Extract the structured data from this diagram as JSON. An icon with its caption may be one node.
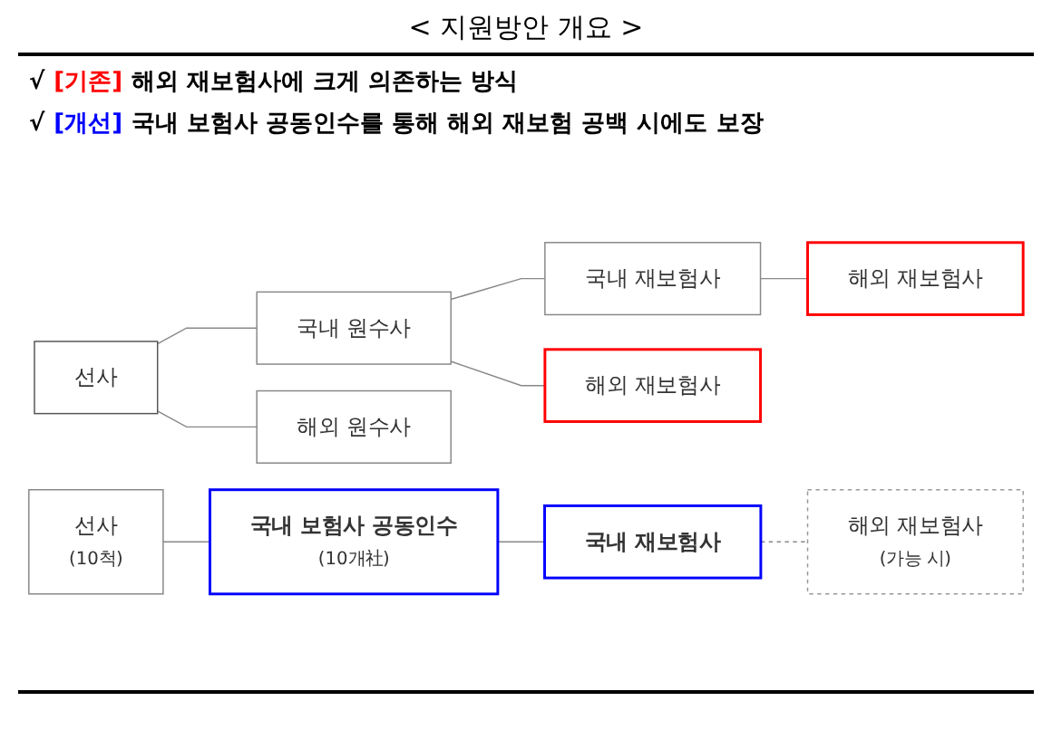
{
  "diagram": {
    "title": "< 지원방안 개요 >",
    "nodes": [
      {
        "text": [
          "선사"
        ]
      },
      {
        "text": [
          "국내 원수사"
        ]
      },
      {
        "text": [
          "국내 재보험사"
        ]
      },
      {
        "text": [
          "해외 재보험사"
        ]
      },
      {
        "text": [
          "해외 원수사"
        ]
      },
      {
        "text": [
          "해외 재보험사"
        ]
      },
      {
        "text": [
          "선사",
          "(10척)"
        ]
      },
      {
        "text": [
          "국내 보험사 공동인수",
          "(10개社)"
        ]
      },
      {
        "text": [
          "국내 재보험사"
        ]
      },
      {
        "text": [
          "해외 재보험사",
          "(가능 시)"
        ]
      }
    ],
    "edges": [
      {
        "from": 0,
        "to": 1,
        "arrow": "none"
      },
      {
        "from": 0,
        "to": 4,
        "arrow": "none"
      },
      {
        "from": 1,
        "to": 2,
        "arrow": "none"
      },
      {
        "from": 1,
        "to": 5,
        "arrow": "none"
      },
      {
        "from": 2,
        "to": 3,
        "arrow": "none"
      },
      {
        "from": 6,
        "to": 7,
        "arrow": "none"
      },
      {
        "from": 7,
        "to": 8,
        "arrow": "none"
      },
      {
        "from": 8,
        "to": 9,
        "arrow": "none",
        "style": "dashed"
      }
    ],
    "labels": [
      "√",
      "[기존]",
      "해외 재보험사에 크게 의존하는 방식",
      "√",
      "[개선]",
      "국내 보험사 공동인수를 통해 해외 재보험 공백 시에도 보장"
    ]
  }
}
